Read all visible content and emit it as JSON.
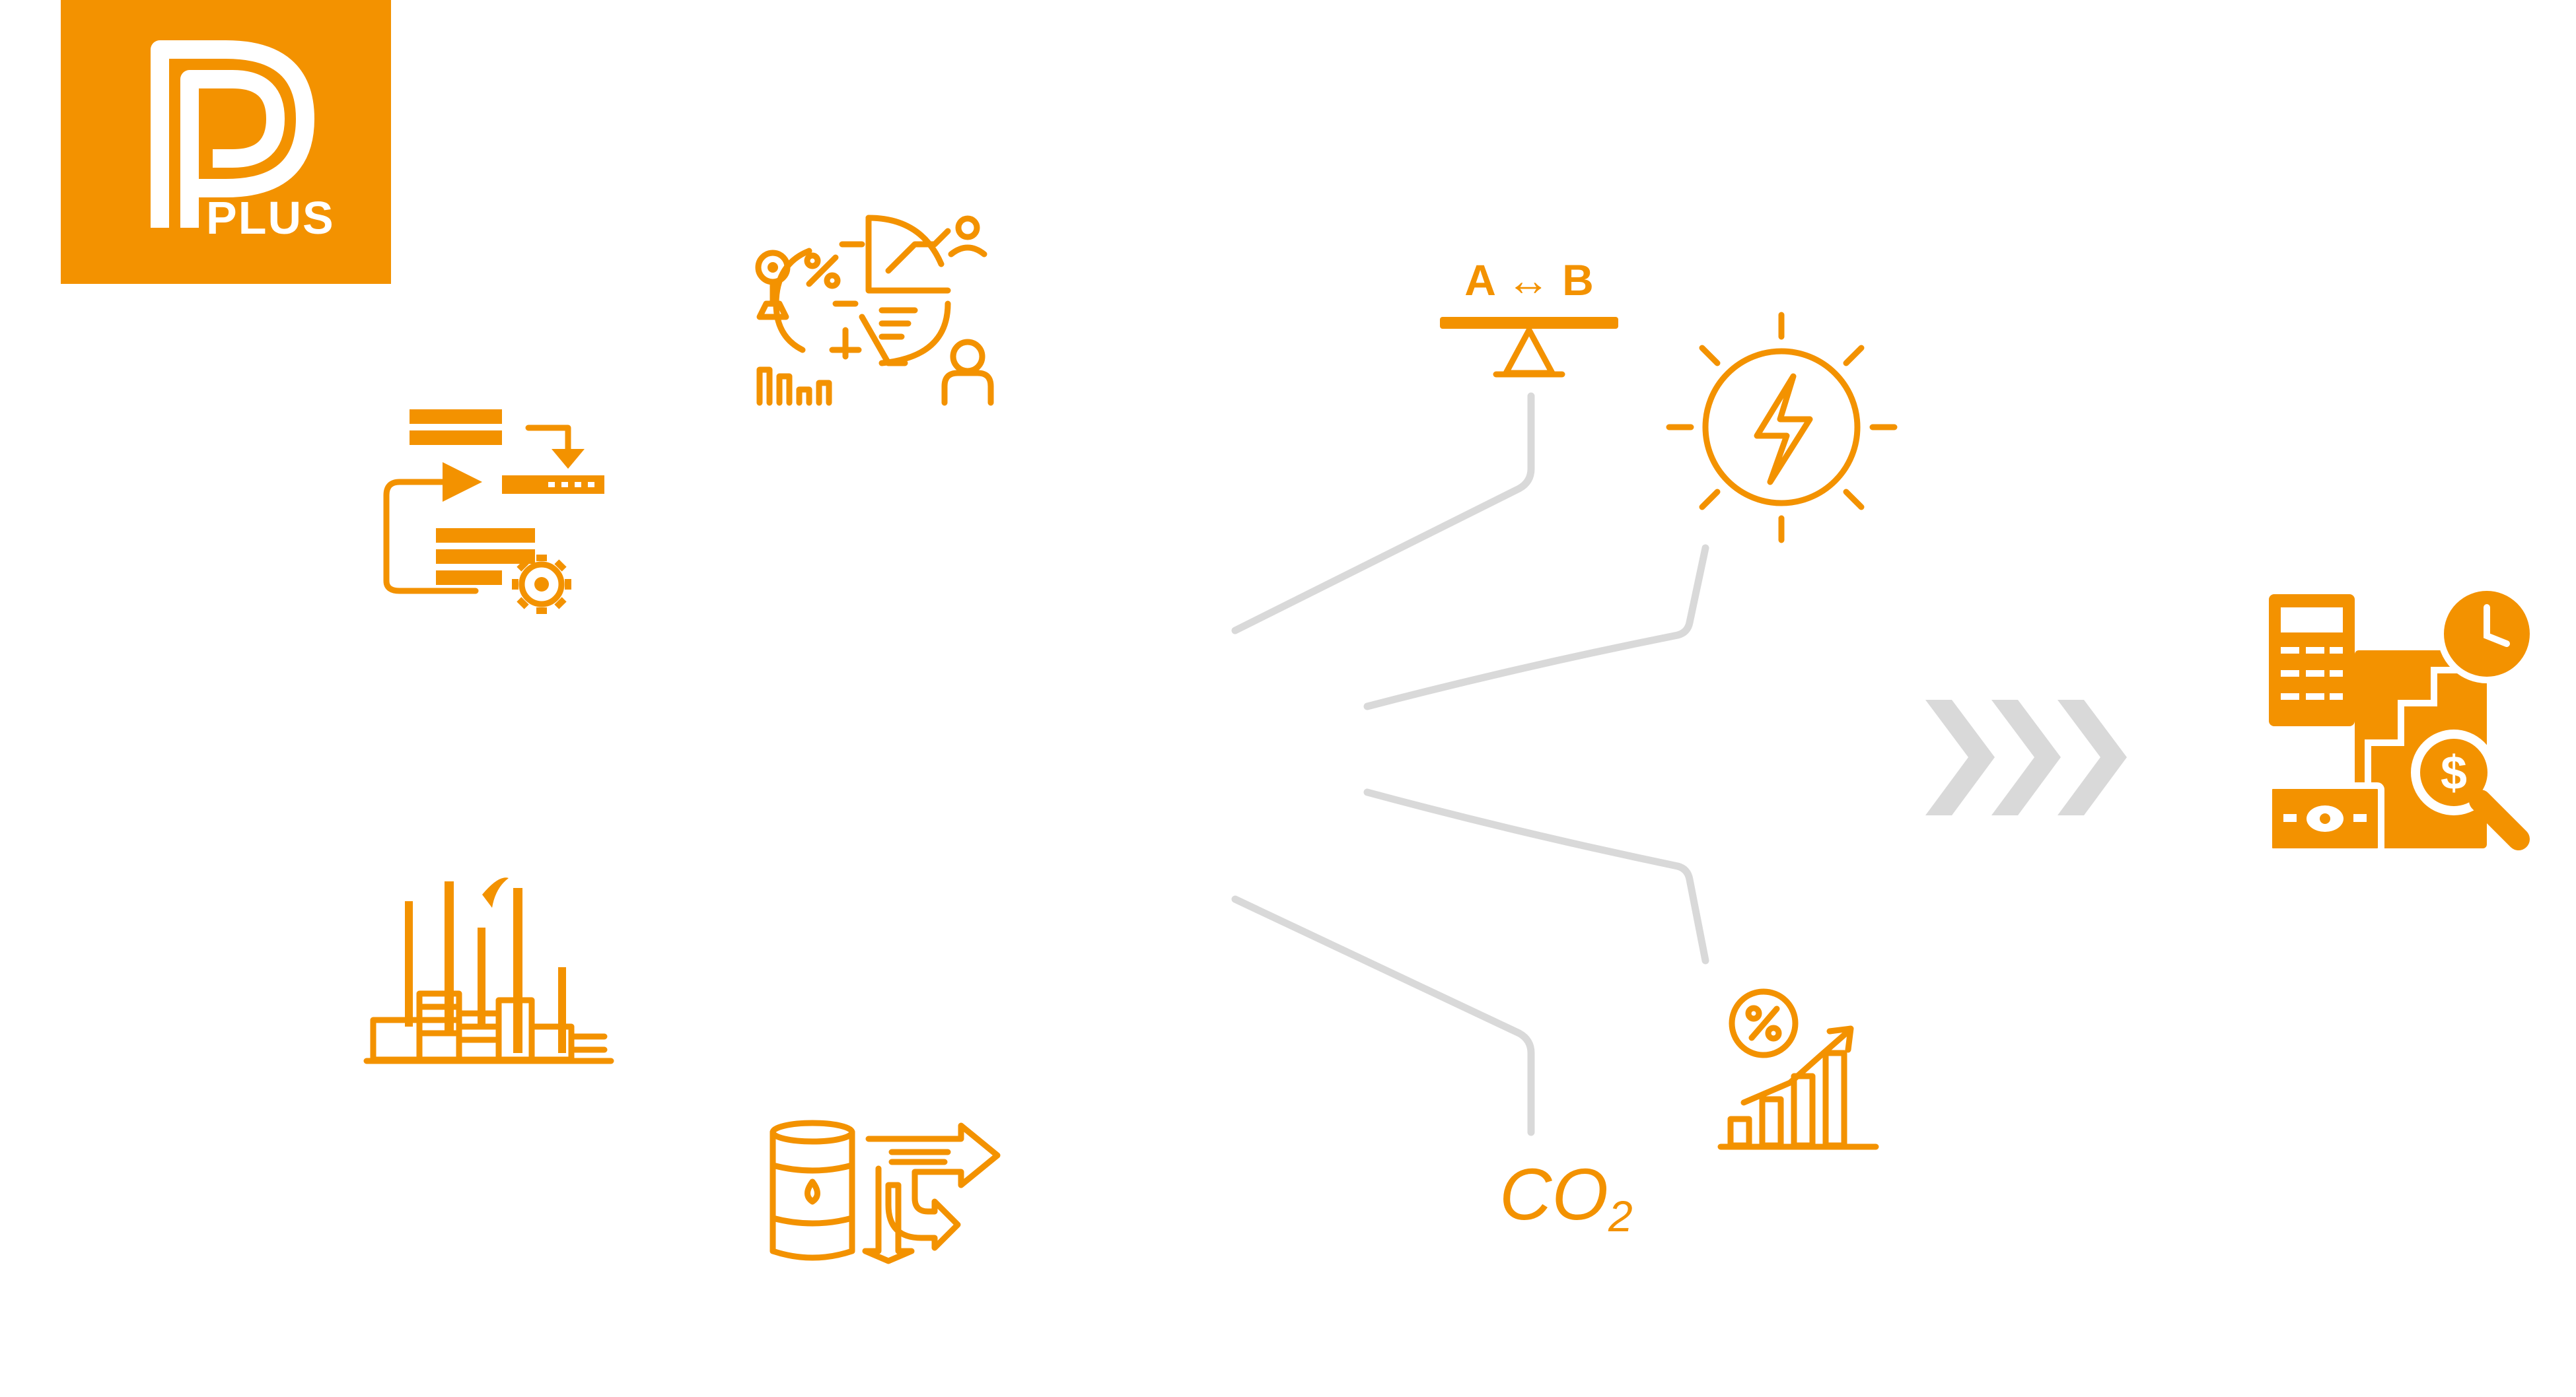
{
  "brand": {
    "logo_text": "PLUS",
    "accent_color": "#f39200",
    "connector_color": "#d9d9d9",
    "background_color": "#ffffff"
  },
  "left_icons": [
    {
      "name": "process-flow-icon"
    },
    {
      "name": "market-analysis-icon"
    },
    {
      "name": "refinery-plant-icon"
    },
    {
      "name": "oil-barrel-distribution-icon"
    }
  ],
  "factor_icons": [
    {
      "name": "ab-balance-comparison-icon",
      "label": "A ↔ B"
    },
    {
      "name": "energy-sun-bolt-icon"
    },
    {
      "name": "percentage-growth-chart-icon"
    },
    {
      "name": "co2-emission-icon",
      "label_main": "CO",
      "label_sub": "2"
    }
  ],
  "arrows_icon": "triple-chevron-right-icon",
  "result_icon": "financial-calculation-icon"
}
